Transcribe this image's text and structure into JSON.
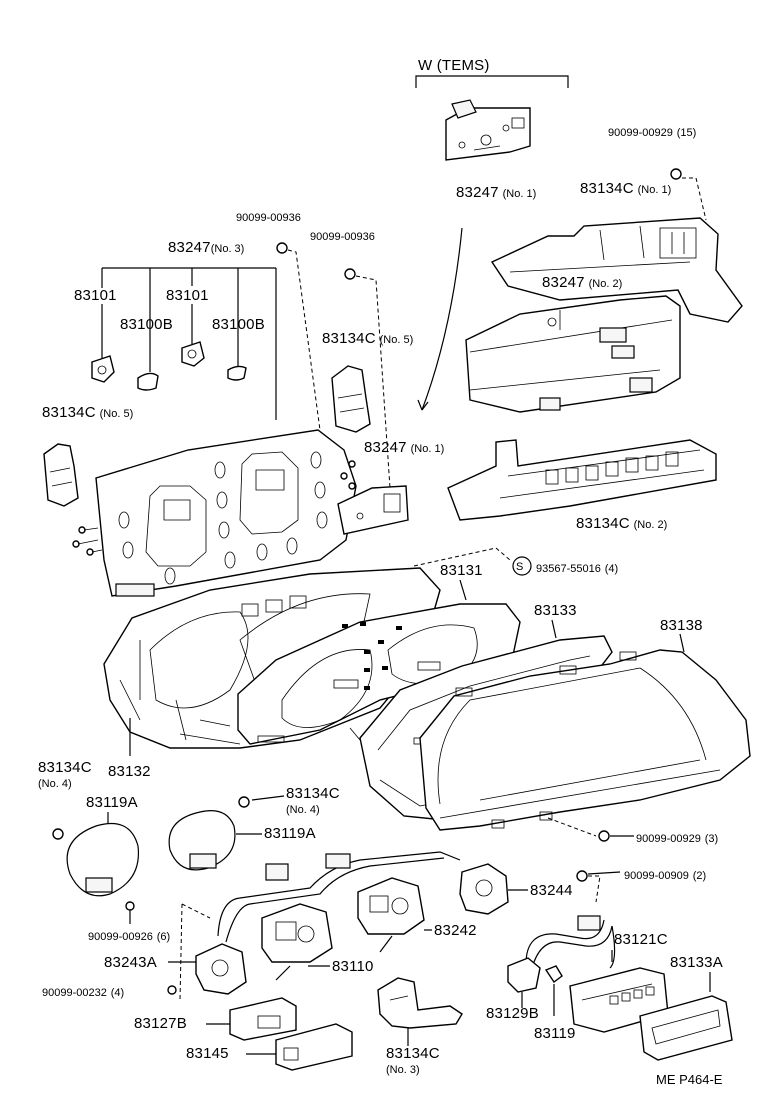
{
  "diagram": {
    "group_title": "W (TEMS)",
    "figure_id": "ME  P464-E",
    "callouts": [
      {
        "id": "c1",
        "number": "83247",
        "note": "(No. 1)"
      },
      {
        "id": "c2",
        "number": "90099-00929",
        "note": "(15)"
      },
      {
        "id": "c3",
        "number": "83134C",
        "note": "(No. 1)"
      },
      {
        "id": "c4",
        "number": "90099-00936",
        "note": ""
      },
      {
        "id": "c5",
        "number": "90099-00936",
        "note": ""
      },
      {
        "id": "c6",
        "number": "83247",
        "note": "(No. 3)"
      },
      {
        "id": "c7",
        "number": "83101",
        "note": ""
      },
      {
        "id": "c8",
        "number": "83101",
        "note": ""
      },
      {
        "id": "c9",
        "number": "83100B",
        "note": ""
      },
      {
        "id": "c10",
        "number": "83100B",
        "note": ""
      },
      {
        "id": "c11",
        "number": "83247",
        "note": "(No. 2)"
      },
      {
        "id": "c12",
        "number": "83134C",
        "note": "(No. 5)"
      },
      {
        "id": "c13",
        "number": "83134C",
        "note": "(No. 5)"
      },
      {
        "id": "c14",
        "number": "83247",
        "note": "(No. 1)"
      },
      {
        "id": "c15",
        "number": "83134C",
        "note": "(No. 2)"
      },
      {
        "id": "c16",
        "number": "93567-55016",
        "note": "(4)"
      },
      {
        "id": "c17",
        "number": "83131",
        "note": ""
      },
      {
        "id": "c18",
        "number": "83133",
        "note": ""
      },
      {
        "id": "c19",
        "number": "83138",
        "note": ""
      },
      {
        "id": "c20",
        "number": "83134C",
        "note": "(No. 4)"
      },
      {
        "id": "c21",
        "number": "83132",
        "note": ""
      },
      {
        "id": "c22",
        "number": "83134C",
        "note": "(No. 4)"
      },
      {
        "id": "c23",
        "number": "83119A",
        "note": ""
      },
      {
        "id": "c24",
        "number": "83119A",
        "note": ""
      },
      {
        "id": "c25",
        "number": "90099-00929",
        "note": "(3)"
      },
      {
        "id": "c26",
        "number": "90099-00909",
        "note": "(2)"
      },
      {
        "id": "c27",
        "number": "83244",
        "note": ""
      },
      {
        "id": "c28",
        "number": "90099-00926",
        "note": "(6)"
      },
      {
        "id": "c29",
        "number": "83242",
        "note": ""
      },
      {
        "id": "c30",
        "number": "83243A",
        "note": ""
      },
      {
        "id": "c31",
        "number": "83110",
        "note": ""
      },
      {
        "id": "c32",
        "number": "83121C",
        "note": ""
      },
      {
        "id": "c33",
        "number": "83133A",
        "note": ""
      },
      {
        "id": "c34",
        "number": "90099-00232",
        "note": "(4)"
      },
      {
        "id": "c35",
        "number": "83127B",
        "note": ""
      },
      {
        "id": "c36",
        "number": "83129B",
        "note": ""
      },
      {
        "id": "c37",
        "number": "83119",
        "note": ""
      },
      {
        "id": "c38",
        "number": "83145",
        "note": ""
      },
      {
        "id": "c39",
        "number": "83134C",
        "note": "(No. 3)"
      }
    ],
    "symbol_s": "S"
  }
}
